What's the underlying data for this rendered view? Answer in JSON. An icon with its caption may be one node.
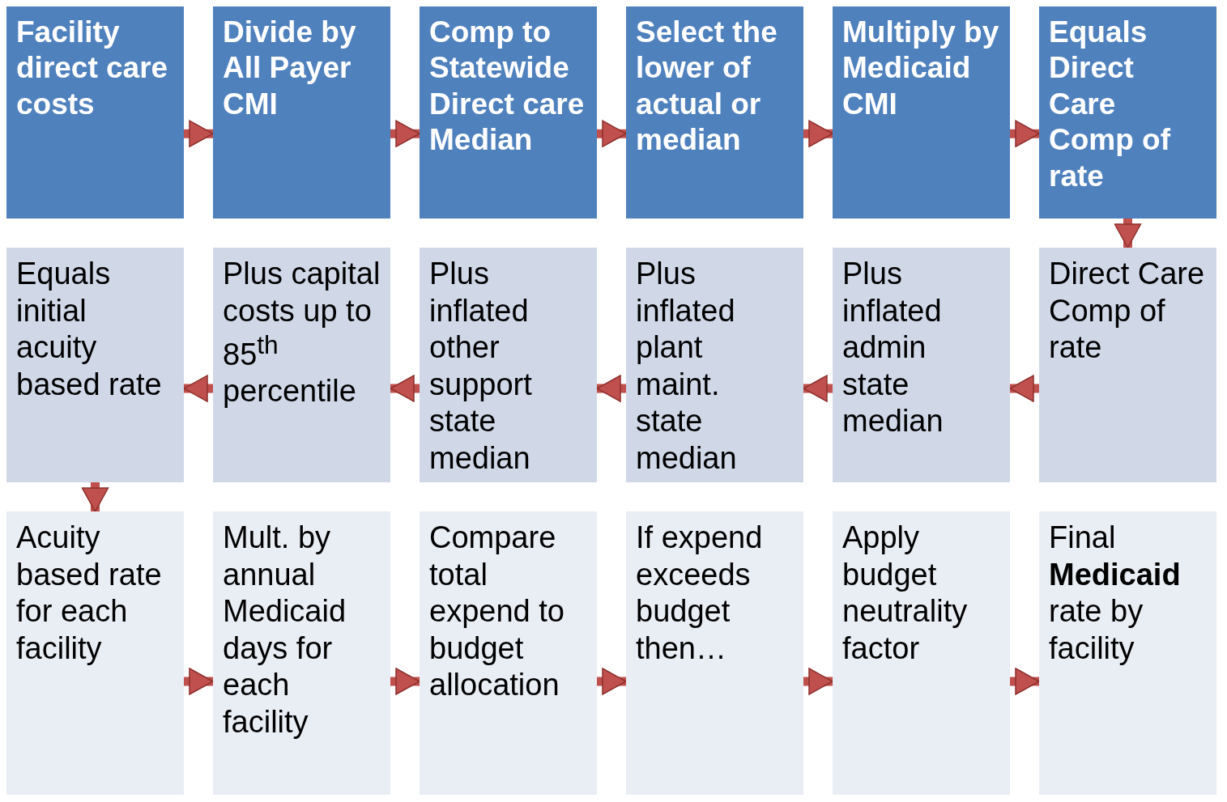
{
  "diagram": {
    "nodes": [
      {
        "text": [
          "Facility direct care costs"
        ]
      },
      {
        "text": [
          "Divide by All Payer CMI"
        ]
      },
      {
        "text": [
          "Comp to Statewide Direct care Median"
        ]
      },
      {
        "text": [
          "Select the lower of actual or median"
        ]
      },
      {
        "text": [
          "Multiply by Medicaid CMI"
        ]
      },
      {
        "text": [
          "Equals Direct Care Comp of rate"
        ]
      },
      {
        "text": [
          "Equals initial acuity based rate"
        ]
      },
      {
        "text": [
          "Plus capital costs up to 85$^{th}$ percentile"
        ]
      },
      {
        "text": [
          "Plus inflated other support state median"
        ]
      },
      {
        "text": [
          "Plus inflated plant maint. state median"
        ]
      },
      {
        "text": [
          "Plus inflated admin state median"
        ]
      },
      {
        "text": [
          "Direct Care Comp of rate"
        ]
      },
      {
        "text": [
          "Acuity based rate for each facility"
        ]
      },
      {
        "text": [
          "Mult. by annual Medicaid days for each facility"
        ]
      },
      {
        "text": [
          "Compare total expend to budget allocation"
        ]
      },
      {
        "text": [
          "If expend exceeds budget then…"
        ]
      },
      {
        "text": [
          "Apply budget neutrality factor"
        ]
      },
      {
        "text": [
          "Final **Medicaid** rate by facility"
        ]
      }
    ],
    "edges": [
      {
        "from": 0,
        "to": 1,
        "arrow": "to"
      },
      {
        "from": 1,
        "to": 2,
        "arrow": "to"
      },
      {
        "from": 2,
        "to": 3,
        "arrow": "to"
      },
      {
        "from": 3,
        "to": 4,
        "arrow": "to"
      },
      {
        "from": 4,
        "to": 5,
        "arrow": "to"
      },
      {
        "from": 5,
        "to": 11,
        "arrow": "to"
      },
      {
        "from": 11,
        "to": 10,
        "arrow": "to"
      },
      {
        "from": 10,
        "to": 9,
        "arrow": "to"
      },
      {
        "from": 9,
        "to": 8,
        "arrow": "to"
      },
      {
        "from": 8,
        "to": 7,
        "arrow": "to"
      },
      {
        "from": 7,
        "to": 6,
        "arrow": "to"
      },
      {
        "from": 6,
        "to": 12,
        "arrow": "to"
      },
      {
        "from": 12,
        "to": 13,
        "arrow": "to"
      },
      {
        "from": 13,
        "to": 14,
        "arrow": "to"
      },
      {
        "from": 14,
        "to": 15,
        "arrow": "to"
      },
      {
        "from": 15,
        "to": 16,
        "arrow": "to"
      },
      {
        "from": 16,
        "to": 17,
        "arrow": "to"
      }
    ]
  }
}
